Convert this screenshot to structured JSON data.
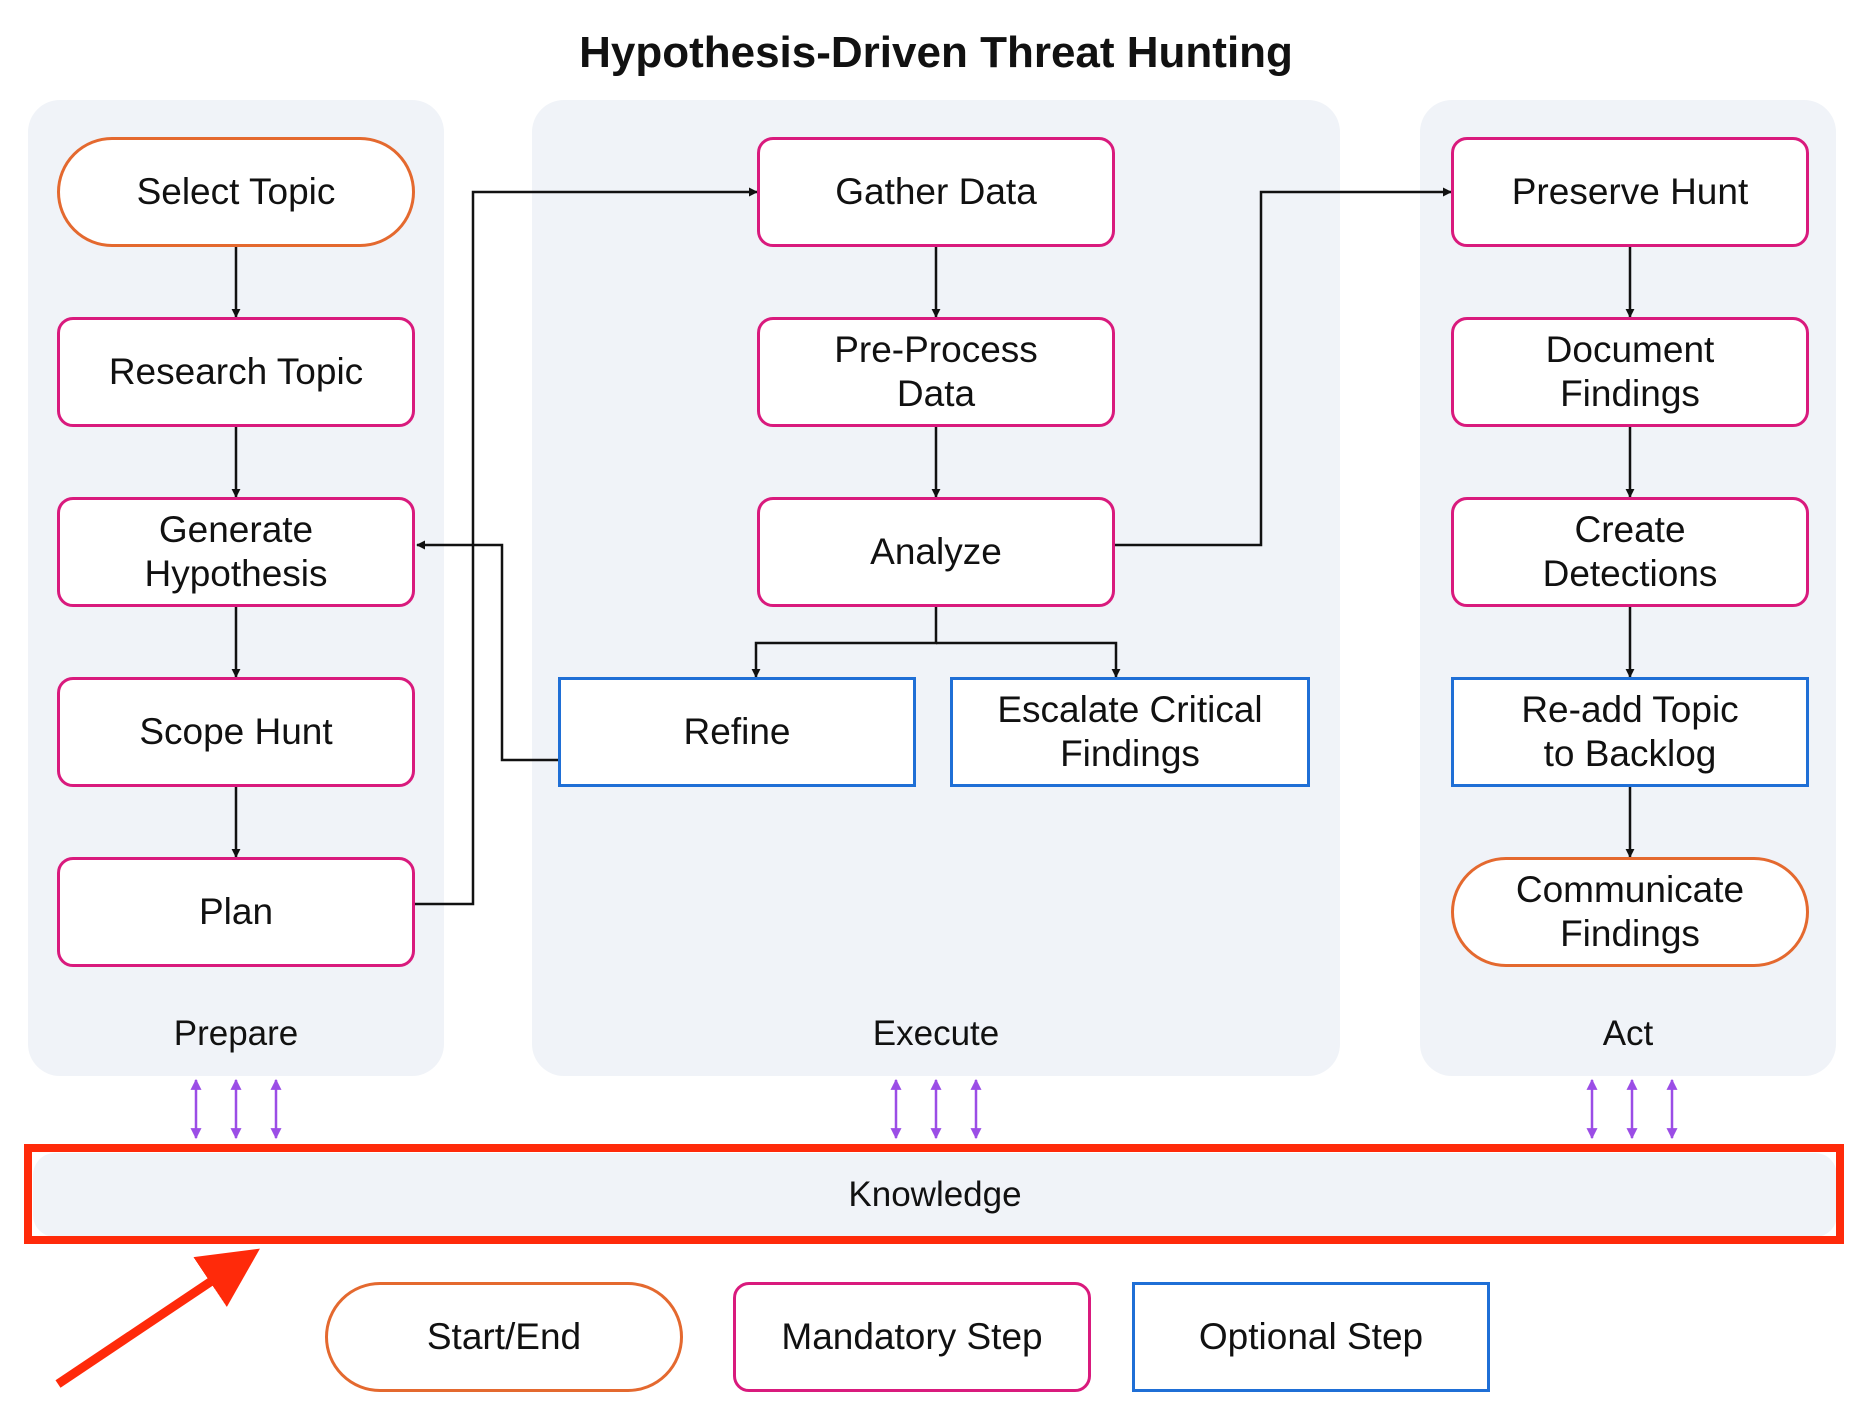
{
  "title": "Hypothesis-Driven Threat Hunting",
  "phases": {
    "prepare": "Prepare",
    "execute": "Execute",
    "act": "Act"
  },
  "nodes": {
    "select_topic": "Select Topic",
    "research_topic": "Research Topic",
    "generate_hypothesis": [
      "Generate",
      "Hypothesis"
    ],
    "scope_hunt": "Scope Hunt",
    "plan": "Plan",
    "gather_data": "Gather Data",
    "preprocess_data": [
      "Pre-Process",
      "Data"
    ],
    "analyze": "Analyze",
    "refine": "Refine",
    "escalate": [
      "Escalate Critical",
      "Findings"
    ],
    "preserve_hunt": "Preserve Hunt",
    "document_findings": [
      "Document",
      "Findings"
    ],
    "create_detections": [
      "Create",
      "Detections"
    ],
    "readd_topic": [
      "Re-add Topic",
      "to Backlog"
    ],
    "communicate_findings": [
      "Communicate",
      "Findings"
    ]
  },
  "knowledge": "Knowledge",
  "legend": {
    "start_end": "Start/End",
    "mandatory": "Mandatory Step",
    "optional": "Optional Step"
  },
  "colors": {
    "start_end": "#e4692f",
    "mandatory": "#d91a7d",
    "optional": "#1f6fd6",
    "knowledge_link": "#9b4de6",
    "highlight": "#ff2a0a",
    "panel": "#f0f3f8"
  }
}
